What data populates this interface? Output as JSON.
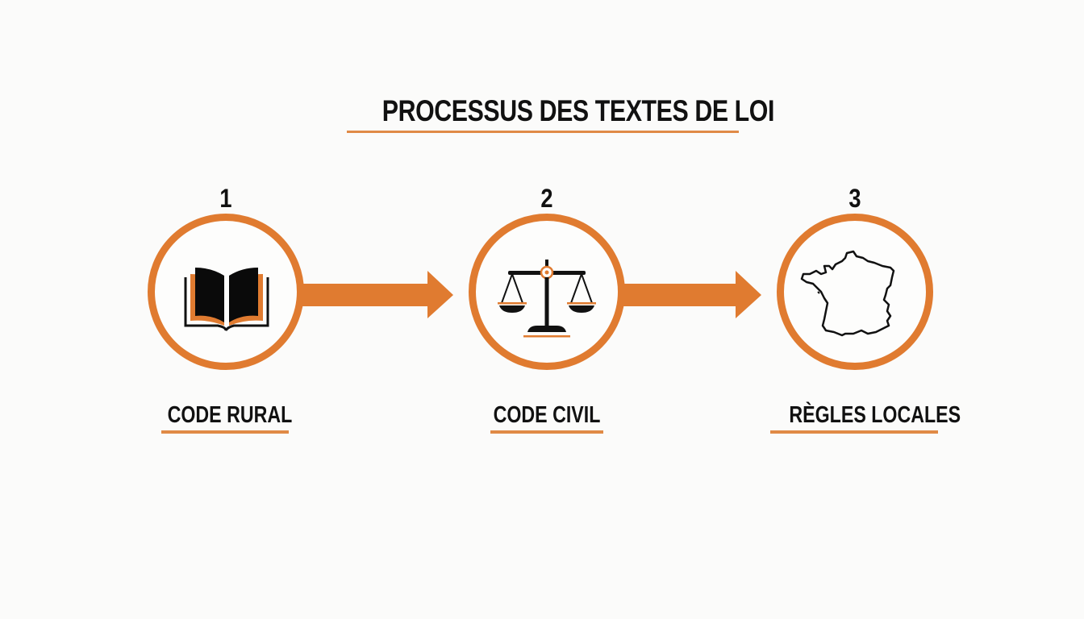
{
  "title": "PROCESSUS DES TEXTES DE LOI",
  "colors": {
    "accent": "#E07B30",
    "underline": "#E08A46",
    "text": "#111111",
    "background": "#FBFBFA"
  },
  "steps": [
    {
      "number": "1",
      "label": "CODE RURAL",
      "icon": "open-book-icon"
    },
    {
      "number": "2",
      "label": "CODE CIVIL",
      "icon": "scales-of-justice-icon"
    },
    {
      "number": "3",
      "label": "RÈGLES LOCALES",
      "icon": "france-map-icon"
    }
  ],
  "connectors": [
    {
      "from": "1",
      "to": "2",
      "icon": "arrow-right-icon"
    },
    {
      "from": "2",
      "to": "3",
      "icon": "arrow-right-icon"
    }
  ]
}
